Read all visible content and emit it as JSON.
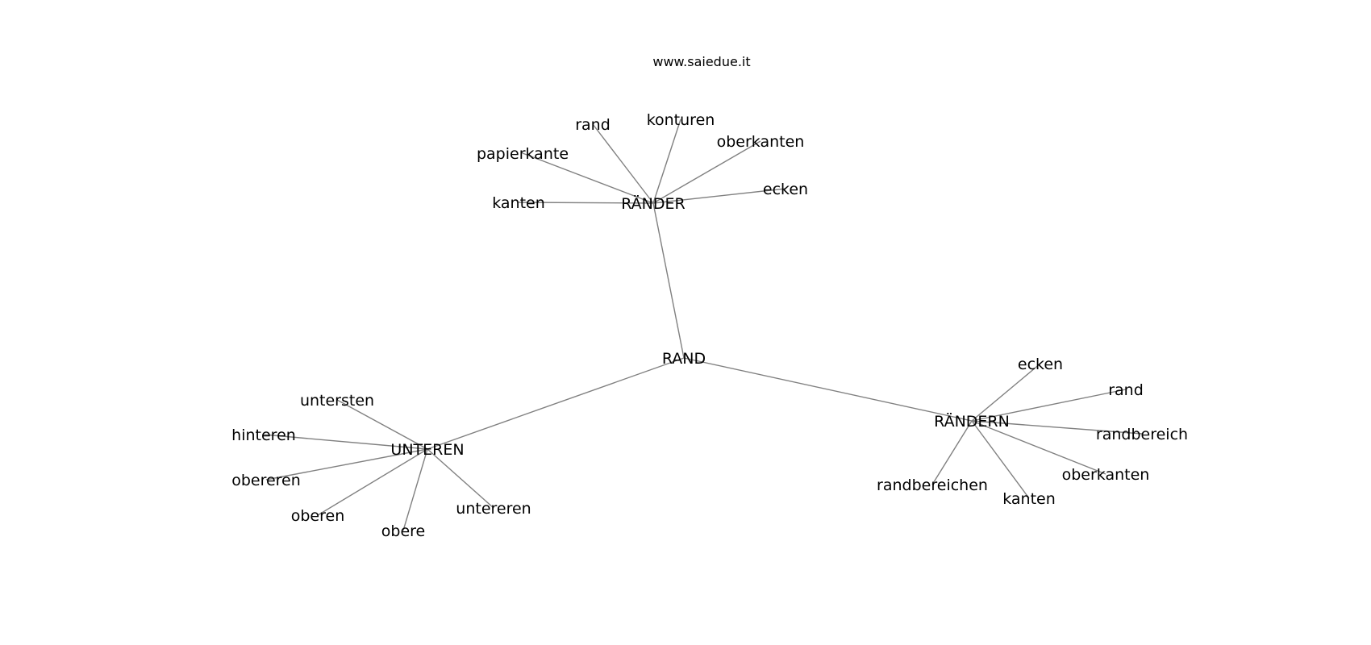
{
  "header": {
    "site": "www.saiedue.it"
  },
  "graph": {
    "edge_color": "#808080",
    "text_color": "#000000",
    "nodes": [
      {
        "id": "RAND",
        "label": "RAND"
      },
      {
        "id": "RAENDER",
        "label": "RÄNDER"
      },
      {
        "id": "RAENDERN",
        "label": "RÄNDERN"
      },
      {
        "id": "UNTEREN",
        "label": "UNTEREN"
      },
      {
        "id": "r_rand",
        "label": "rand"
      },
      {
        "id": "r_konturen",
        "label": "konturen"
      },
      {
        "id": "r_oberkanten",
        "label": "oberkanten"
      },
      {
        "id": "r_papierkante",
        "label": "papierkante"
      },
      {
        "id": "r_ecken",
        "label": "ecken"
      },
      {
        "id": "r_kanten",
        "label": "kanten"
      },
      {
        "id": "n_ecken",
        "label": "ecken"
      },
      {
        "id": "n_rand",
        "label": "rand"
      },
      {
        "id": "n_randbereich",
        "label": "randbereich"
      },
      {
        "id": "n_oberkanten",
        "label": "oberkanten"
      },
      {
        "id": "n_kanten",
        "label": "kanten"
      },
      {
        "id": "n_randbereichen",
        "label": "randbereichen"
      },
      {
        "id": "u_untersten",
        "label": "untersten"
      },
      {
        "id": "u_hinteren",
        "label": "hinteren"
      },
      {
        "id": "u_obereren",
        "label": "obereren"
      },
      {
        "id": "u_oberen",
        "label": "oberen"
      },
      {
        "id": "u_obere",
        "label": "obere"
      },
      {
        "id": "u_untereren",
        "label": "untereren"
      }
    ],
    "edges": [
      [
        "RAND",
        "RAENDER"
      ],
      [
        "RAND",
        "RAENDERN"
      ],
      [
        "RAND",
        "UNTEREN"
      ],
      [
        "RAENDER",
        "r_rand"
      ],
      [
        "RAENDER",
        "r_konturen"
      ],
      [
        "RAENDER",
        "r_oberkanten"
      ],
      [
        "RAENDER",
        "r_papierkante"
      ],
      [
        "RAENDER",
        "r_ecken"
      ],
      [
        "RAENDER",
        "r_kanten"
      ],
      [
        "RAENDERN",
        "n_ecken"
      ],
      [
        "RAENDERN",
        "n_rand"
      ],
      [
        "RAENDERN",
        "n_randbereich"
      ],
      [
        "RAENDERN",
        "n_oberkanten"
      ],
      [
        "RAENDERN",
        "n_kanten"
      ],
      [
        "RAENDERN",
        "n_randbereichen"
      ],
      [
        "UNTEREN",
        "u_untersten"
      ],
      [
        "UNTEREN",
        "u_hinteren"
      ],
      [
        "UNTEREN",
        "u_obereren"
      ],
      [
        "UNTEREN",
        "u_oberen"
      ],
      [
        "UNTEREN",
        "u_obere"
      ],
      [
        "UNTEREN",
        "u_untereren"
      ]
    ]
  }
}
